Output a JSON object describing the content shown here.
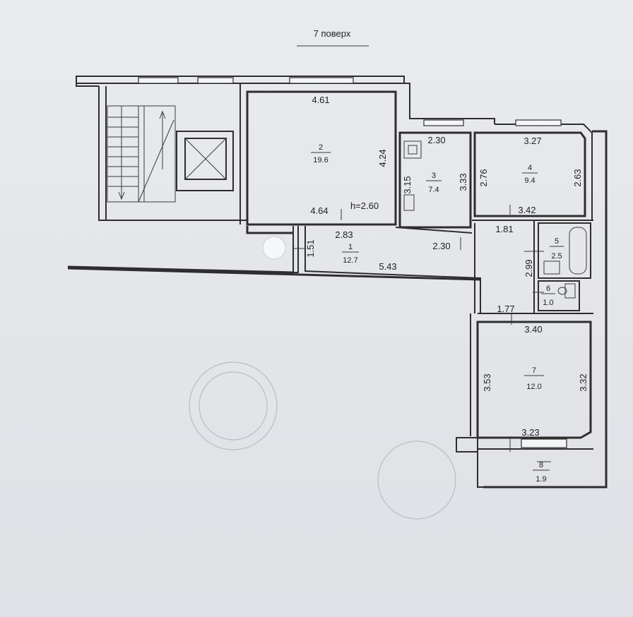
{
  "title": "7 поверх",
  "ceiling_height": "h=2.60",
  "rooms": [
    {
      "num": "1",
      "area": "12.7"
    },
    {
      "num": "2",
      "area": "19.6"
    },
    {
      "num": "3",
      "area": "7.4"
    },
    {
      "num": "4",
      "area": "9.4"
    },
    {
      "num": "5",
      "area": "2.5"
    },
    {
      "num": "6",
      "area": "1.0"
    },
    {
      "num": "7",
      "area": "12.0"
    },
    {
      "num": "8",
      "area": "1.9"
    }
  ],
  "dims": {
    "r2_top": "4.61",
    "r2_right": "4.24",
    "r2_bottom": "4.64",
    "r3_top": "2.30",
    "r3_left": "3.15",
    "r3_right": "3.33",
    "r3_bottom": "2.30",
    "r4_top": "3.27",
    "r4_left": "2.76",
    "r4_right": "2.63",
    "r4_bottom": "3.42",
    "r1_top": "2.83",
    "r1_left": "1.51",
    "r1_length": "5.43",
    "hall_top": "1.81",
    "hall_left": "2.99",
    "hall_bottom": "1.77",
    "r7_top": "3.40",
    "r7_left": "3.53",
    "r7_right": "3.32",
    "r7_bottom": "3.23"
  }
}
